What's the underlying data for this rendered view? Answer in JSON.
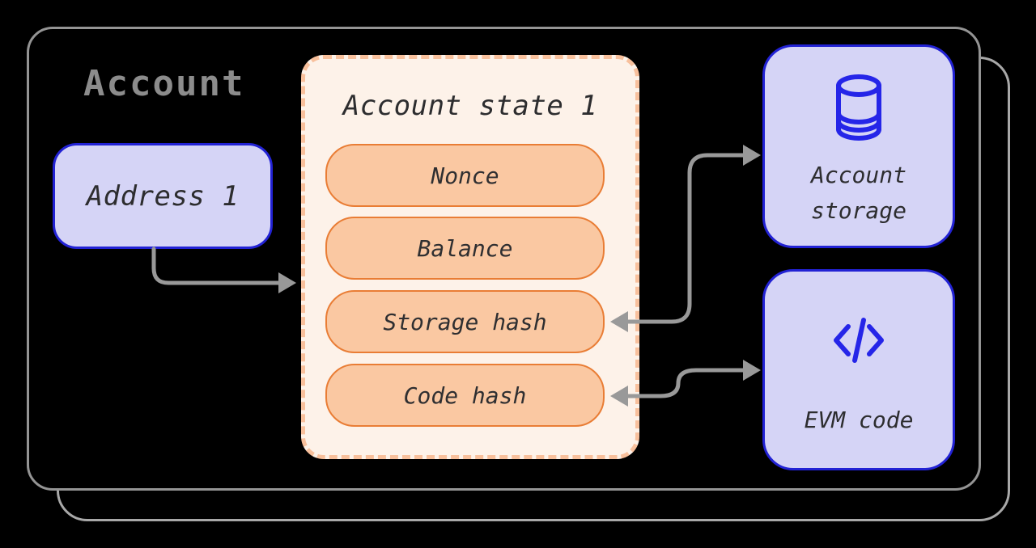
{
  "colors": {
    "background": "#000000",
    "card_border": "#949494",
    "shadow_border": "#a8a8a8",
    "title_gray": "#8c8c8c",
    "lavender_fill": "#d5d4f6",
    "blue_border": "#2222d4",
    "icon_blue": "#2525e8",
    "state_fill": "#fdf2e9",
    "state_dash_border": "#f8c09c",
    "pill_fill": "#fac8a2",
    "pill_border": "#e97d35",
    "arrow_gray": "#999999",
    "text_dark": "#2d2d2f"
  },
  "card": {
    "title": "Account"
  },
  "address": {
    "label": "Address 1"
  },
  "state": {
    "title": "Account state 1",
    "fields": [
      "Nonce",
      "Balance",
      "Storage hash",
      "Code hash"
    ]
  },
  "storage": {
    "label": "Account storage",
    "icon": "database-icon"
  },
  "evm": {
    "label": "EVM code",
    "icon": "code-icon"
  },
  "arrows": [
    {
      "name": "address-to-state",
      "from": "Address 1",
      "to": "Account state 1",
      "heads": [
        "end"
      ]
    },
    {
      "name": "state-storage-link",
      "from": "Storage hash",
      "to": "Account storage",
      "heads": [
        "start",
        "end"
      ]
    },
    {
      "name": "state-evm-link",
      "from": "Code hash",
      "to": "EVM code",
      "heads": [
        "start",
        "end"
      ]
    }
  ]
}
